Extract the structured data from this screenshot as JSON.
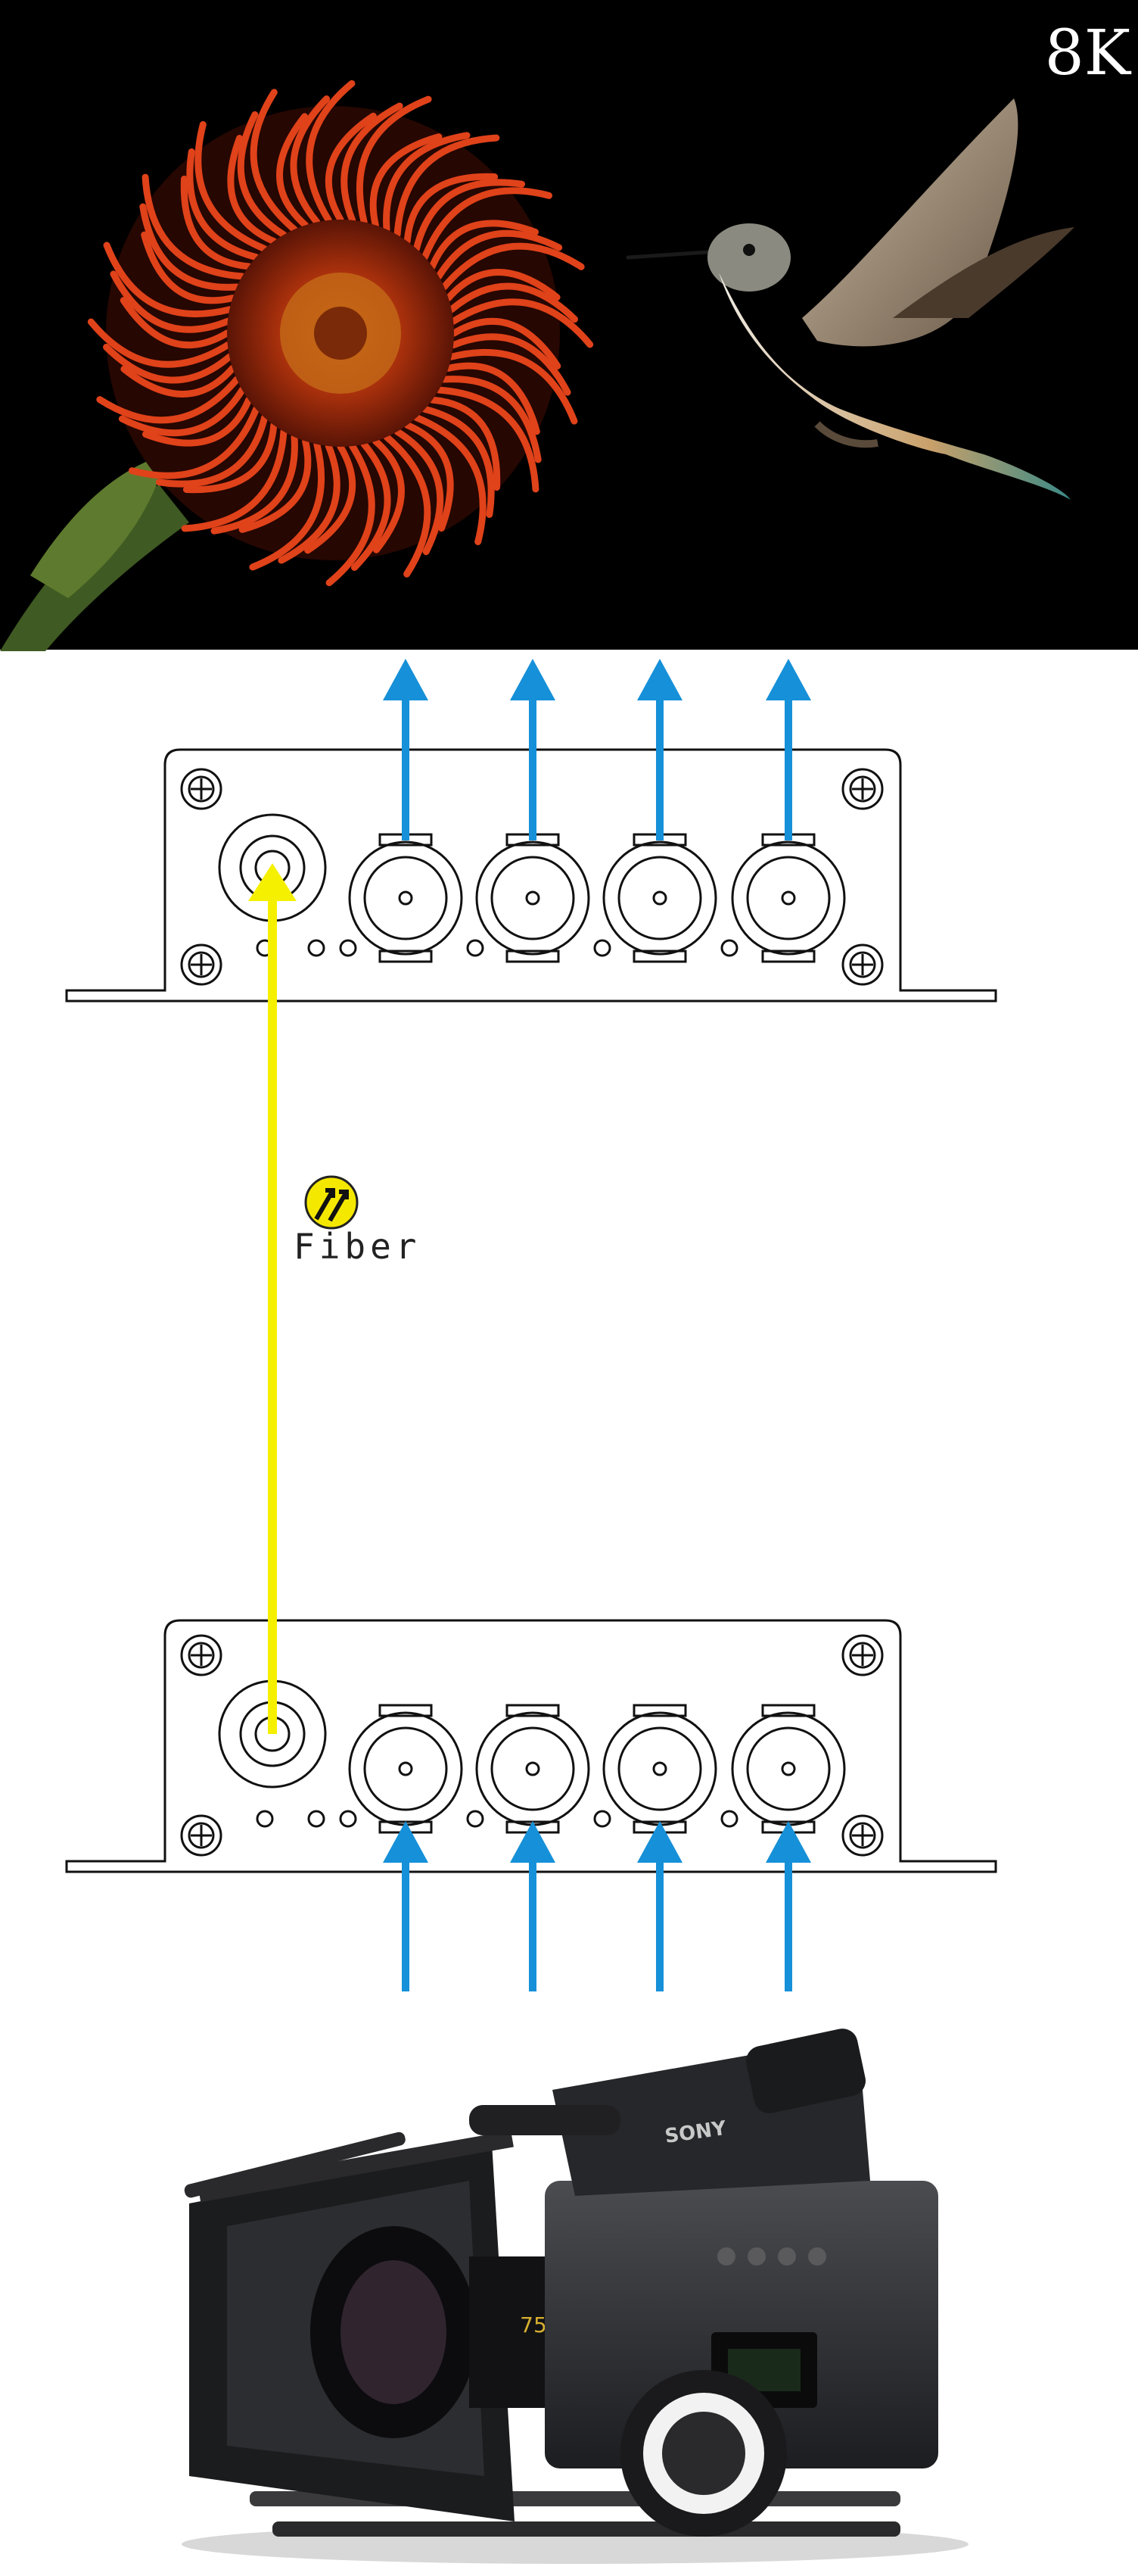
{
  "header_image": {
    "resolution_label": "8K",
    "subject": "hummingbird-and-pincushion-protea"
  },
  "link": {
    "fiber_label": "Fiber",
    "fiber_icon": "fiber-arrows-icon"
  },
  "devices": {
    "receiver": {
      "name": "fiber-receiver",
      "bnc_ports": 4,
      "fiber_ports": 1
    },
    "transmitter": {
      "name": "fiber-transmitter",
      "bnc_ports": 4,
      "fiber_ports": 1
    }
  },
  "source": {
    "camera_brand": "SONY",
    "lens_marking": "75"
  },
  "colors": {
    "signal_arrow": "#1690d8",
    "fiber_line": "#f5ef00",
    "fiber_icon_bg": "#f5e800",
    "device_stroke": "#111111",
    "header_bg": "#000000"
  }
}
